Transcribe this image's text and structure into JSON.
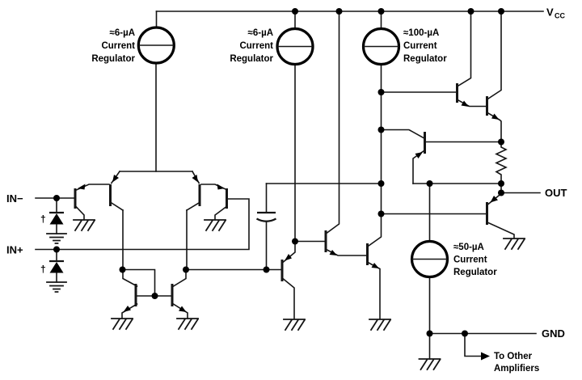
{
  "power": {
    "vcc": "V",
    "vcc_sub": "CC",
    "gnd": "GND"
  },
  "io": {
    "in_minus": "IN−",
    "in_plus": "IN+",
    "out": "OUT"
  },
  "regulators": [
    {
      "id": "current-regulator-6ua-1",
      "lines": [
        "≈6-µA",
        "Current",
        "Regulator"
      ]
    },
    {
      "id": "current-regulator-6ua-2",
      "lines": [
        "≈6-µA",
        "Current",
        "Regulator"
      ]
    },
    {
      "id": "current-regulator-100ua",
      "lines": [
        "≈100-µA",
        "Current",
        "Regulator"
      ]
    },
    {
      "id": "current-regulator-50ua",
      "lines": [
        "≈50-µA",
        "Current",
        "Regulator"
      ]
    }
  ],
  "annotations": {
    "dagger": "†",
    "to_other_1": "To Other",
    "to_other_2": "Amplifiers"
  },
  "colors": {
    "wire": "#151515",
    "component": "#000000",
    "background": "#ffffff",
    "text": "#000000"
  }
}
